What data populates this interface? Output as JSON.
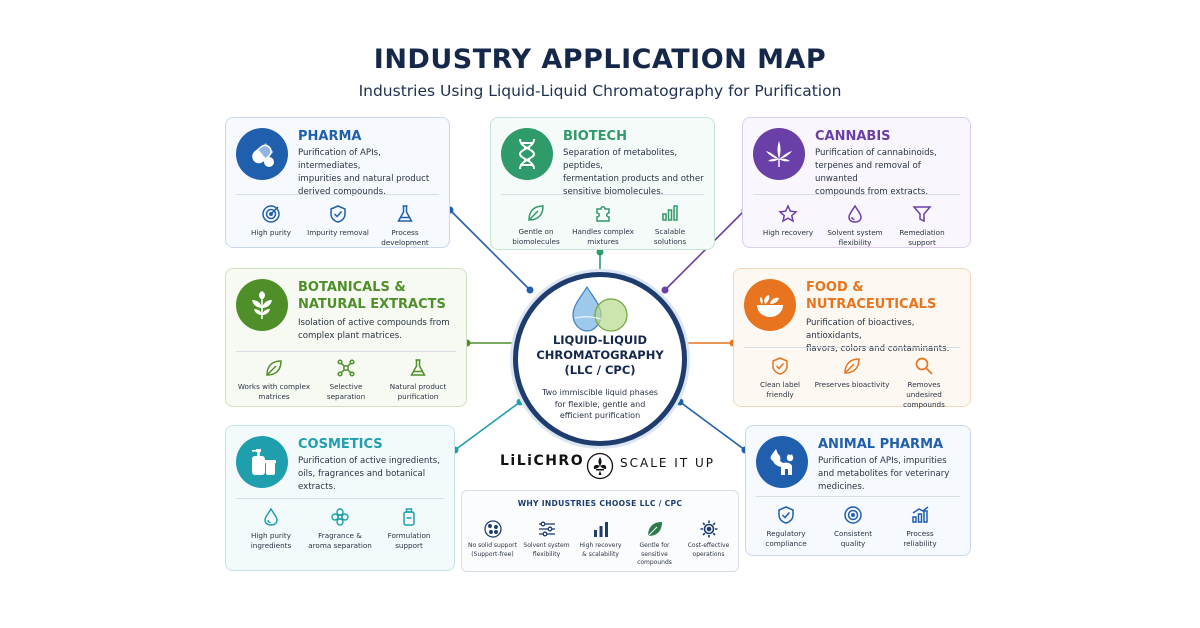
{
  "header": {
    "title": "INDUSTRY APPLICATION MAP",
    "subtitle": "Industries Using Liquid-Liquid Chromatography for Purification"
  },
  "center": {
    "title_line1": "LIQUID-LIQUID",
    "title_line2": "CHROMATOGRAPHY",
    "title_line3": "(LLC / CPC)",
    "desc_line1": "Two immiscible liquid phases",
    "desc_line2": "for flexible, gentle and",
    "desc_line3": "efficient purification"
  },
  "cards": {
    "pharma": {
      "title": "PHARMA",
      "color": "#1f5fae",
      "desc": [
        "Purification of APIs, intermediates,",
        "impurities and natural product",
        "derived compounds."
      ],
      "features": [
        {
          "icon": "target-icon",
          "label": [
            "High purity"
          ]
        },
        {
          "icon": "shield-check-icon",
          "label": [
            "Impurity removal"
          ]
        },
        {
          "icon": "flask-icon",
          "label": [
            "Process",
            "development"
          ]
        }
      ]
    },
    "biotech": {
      "title": "BIOTECH",
      "color": "#2f9a6a",
      "desc": [
        "Separation of metabolites, peptides,",
        "fermentation products and other",
        "sensitive biomolecules."
      ],
      "features": [
        {
          "icon": "leaf-icon",
          "label": [
            "Gentle on",
            "biomolecules"
          ]
        },
        {
          "icon": "puzzle-icon",
          "label": [
            "Handles complex",
            "mixtures"
          ]
        },
        {
          "icon": "bar-chart-icon",
          "label": [
            "Scalable",
            "solutions"
          ]
        }
      ]
    },
    "cannabis": {
      "title": "CANNABIS",
      "color": "#6b3fa8",
      "desc": [
        "Purification of cannabinoids,",
        "terpenes and removal of unwanted",
        "compounds from extracts."
      ],
      "features": [
        {
          "icon": "star-icon",
          "label": [
            "High recovery"
          ]
        },
        {
          "icon": "drop-icon",
          "label": [
            "Solvent system",
            "flexibility"
          ]
        },
        {
          "icon": "filter-icon",
          "label": [
            "Remediation",
            "support"
          ]
        }
      ]
    },
    "botanicals": {
      "title_line1": "BOTANICALS &",
      "title_line2": "NATURAL EXTRACTS",
      "color": "#4f8f2a",
      "desc": [
        "Isolation of active compounds from",
        "complex plant matrices."
      ],
      "features": [
        {
          "icon": "leaf-icon",
          "label": [
            "Works with complex",
            "matrices"
          ]
        },
        {
          "icon": "molecule-icon",
          "label": [
            "Selective",
            "separation"
          ]
        },
        {
          "icon": "flask-icon",
          "label": [
            "Natural product",
            "purification"
          ]
        }
      ]
    },
    "food": {
      "title_line1": "FOOD &",
      "title_line2": "NUTRACEUTICALS",
      "color": "#e8741f",
      "desc": [
        "Purification of bioactives, antioxidants,",
        "flavors, colors and contaminants."
      ],
      "features": [
        {
          "icon": "shield-check-icon",
          "label": [
            "Clean label",
            "friendly"
          ]
        },
        {
          "icon": "leaf-icon",
          "label": [
            "Preserves bioactivity"
          ]
        },
        {
          "icon": "magnifier-icon",
          "label": [
            "Removes",
            "undesired",
            "compounds"
          ]
        }
      ]
    },
    "cosmetics": {
      "title": "COSMETICS",
      "color": "#1f9fae",
      "desc": [
        "Purification of active ingredients,",
        "oils, fragrances and botanical",
        "extracts."
      ],
      "features": [
        {
          "icon": "drop-icon",
          "label": [
            "High purity",
            "ingredients"
          ]
        },
        {
          "icon": "flower-icon",
          "label": [
            "Fragrance &",
            "aroma separation"
          ]
        },
        {
          "icon": "bottle-icon",
          "label": [
            "Formulation",
            "support"
          ]
        }
      ]
    },
    "animal": {
      "title": "ANIMAL PHARMA",
      "color": "#1f5fae",
      "desc": [
        "Purification of APIs, impurities",
        "and metabolites for veterinary",
        "medicines."
      ],
      "features": [
        {
          "icon": "shield-check-icon",
          "label": [
            "Regulatory",
            "compliance"
          ]
        },
        {
          "icon": "target-icon",
          "label": [
            "Consistent",
            "quality"
          ]
        },
        {
          "icon": "growth-chart-icon",
          "label": [
            "Process",
            "reliability"
          ]
        }
      ]
    }
  },
  "logos": {
    "left": "LiLiCHRO",
    "right": "SCALE IT UP"
  },
  "why": {
    "title": "WHY INDUSTRIES CHOOSE LLC / CPC",
    "items": [
      {
        "icon": "dots-circle-icon",
        "label": [
          "No solid support",
          "(Support-free)"
        ]
      },
      {
        "icon": "sliders-icon",
        "label": [
          "Solvent system",
          "flexibility"
        ]
      },
      {
        "icon": "bar-chart-icon",
        "label": [
          "High recovery",
          "& scalability"
        ]
      },
      {
        "icon": "leaf-icon",
        "label": [
          "Gentle for",
          "sensitive compounds"
        ]
      },
      {
        "icon": "gear-icon",
        "label": [
          "Cost-effective",
          "operations"
        ]
      }
    ]
  }
}
